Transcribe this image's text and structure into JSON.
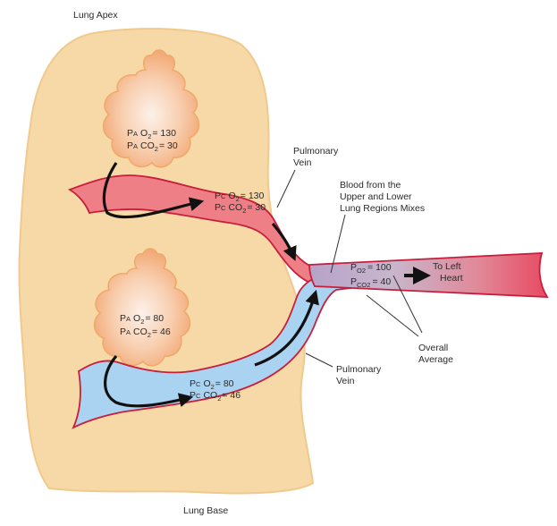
{
  "labels": {
    "lung_apex": "Lung Apex",
    "lung_base": "Lung Base",
    "pulmonary_vein_upper_1": "Pulmonary",
    "pulmonary_vein_upper_2": "Vein",
    "pulmonary_vein_lower_1": "Pulmonary",
    "pulmonary_vein_lower_2": "Vein",
    "mix_1": "Blood from the",
    "mix_2": "Upper and Lower",
    "mix_3": "Lung Regions Mixes",
    "to_left_1": "To Left",
    "to_left_2": "Heart",
    "overall_1": "Overall",
    "overall_2": "Average"
  },
  "upper_alveolus": {
    "p": "P",
    "a": "A",
    "o2": "O",
    "o2_sub": "2",
    "o2_val": "= 130",
    "co2": "CO",
    "co2_sub": "2",
    "co2_val": "= 30"
  },
  "upper_capillary": {
    "p": "P",
    "c": "C",
    "o2": "O",
    "o2_sub": "2",
    "o2_val": "= 130",
    "co2": "CO",
    "co2_sub": "2",
    "co2_val": "= 30"
  },
  "lower_alveolus": {
    "p": "P",
    "a": "A",
    "o2": "O",
    "o2_sub": "2",
    "o2_val": "= 80",
    "co2": "CO",
    "co2_sub": "2",
    "co2_val": "= 46"
  },
  "lower_capillary": {
    "p": "P",
    "c": "C",
    "o2": "O",
    "o2_sub": "2",
    "o2_val": "= 80",
    "co2": "CO",
    "co2_sub": "2",
    "co2_val": "= 46"
  },
  "mixed": {
    "p": "P",
    "o2_sub": "O2",
    "o2_val": "= 100",
    "co2_sub": "CO2",
    "co2_val": "= 40"
  },
  "colors": {
    "lung": "#f6d9a6",
    "lung_edge": "#f0c98c",
    "oxygenated": "#ef7f86",
    "oxygenated_edge": "#c81e3c",
    "deoxygenated": "#a9d3f0",
    "deoxygenated_edge": "#c81e3c",
    "alveolus": "#f5b98a",
    "alveolus_edge": "#f0a869",
    "arrow": "#111111"
  }
}
